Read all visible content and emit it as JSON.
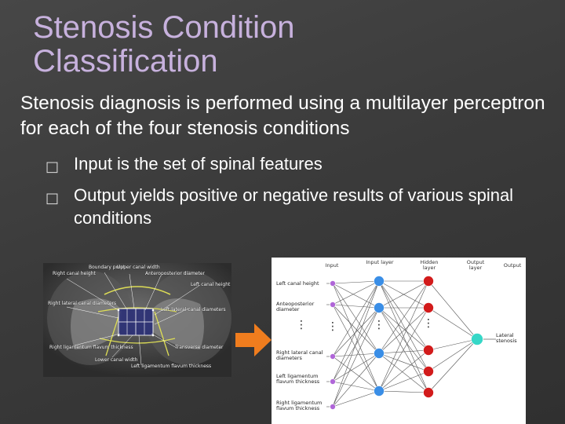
{
  "slide": {
    "title": "Stenosis Condition Classification",
    "lead": "Stenosis diagnosis is performed using a multilayer perceptron for each of the four stenosis conditions",
    "bullet_glyph": "□",
    "bullets": [
      "Input is the set of spinal features",
      "Output yields positive or negative results of various spinal conditions"
    ]
  },
  "mri_figure": {
    "labels": {
      "right_canal_height": "Right canal height",
      "boundary_point": "Boundary point",
      "upper_canal_width": "Upper canal width",
      "anteroposterior_diameter": "Anteroposterior diameter",
      "left_canal_height": "Left canal height",
      "right_lateral_canal_diameters": "Right lateral canal diameters",
      "left_lateral_canal_diameters": "Left lateral canal diameters",
      "right_ligamentum_flavum_thickness": "Right ligamentum flavum thickness",
      "lower_canal_width": "Lower canal width",
      "transverse_diameter": "Transverse diameter",
      "left_ligamentum_flavum_thickness": "Left ligamentum flavum thickness"
    }
  },
  "arrow": {
    "color": "#f07d1e",
    "icon": "right-arrow-icon"
  },
  "network": {
    "headers": {
      "input": "Input",
      "input_layer": "Input layer",
      "hidden_layer": "Hidden layer",
      "output_layer": "Output layer",
      "output": "Output"
    },
    "inputs": [
      "Left canal height",
      "Anteoposterior diameter",
      "Right lateral canal diameters",
      "Left ligamentum flavum thickness",
      "Right ligamentum flavum thickness"
    ],
    "output_label": "Lateral stenosis",
    "ellipsis": "⋮",
    "colors": {
      "input": "#b066d8",
      "input_layer": "#3a8ee6",
      "hidden": "#d21b1b",
      "output": "#36d7c7"
    }
  }
}
